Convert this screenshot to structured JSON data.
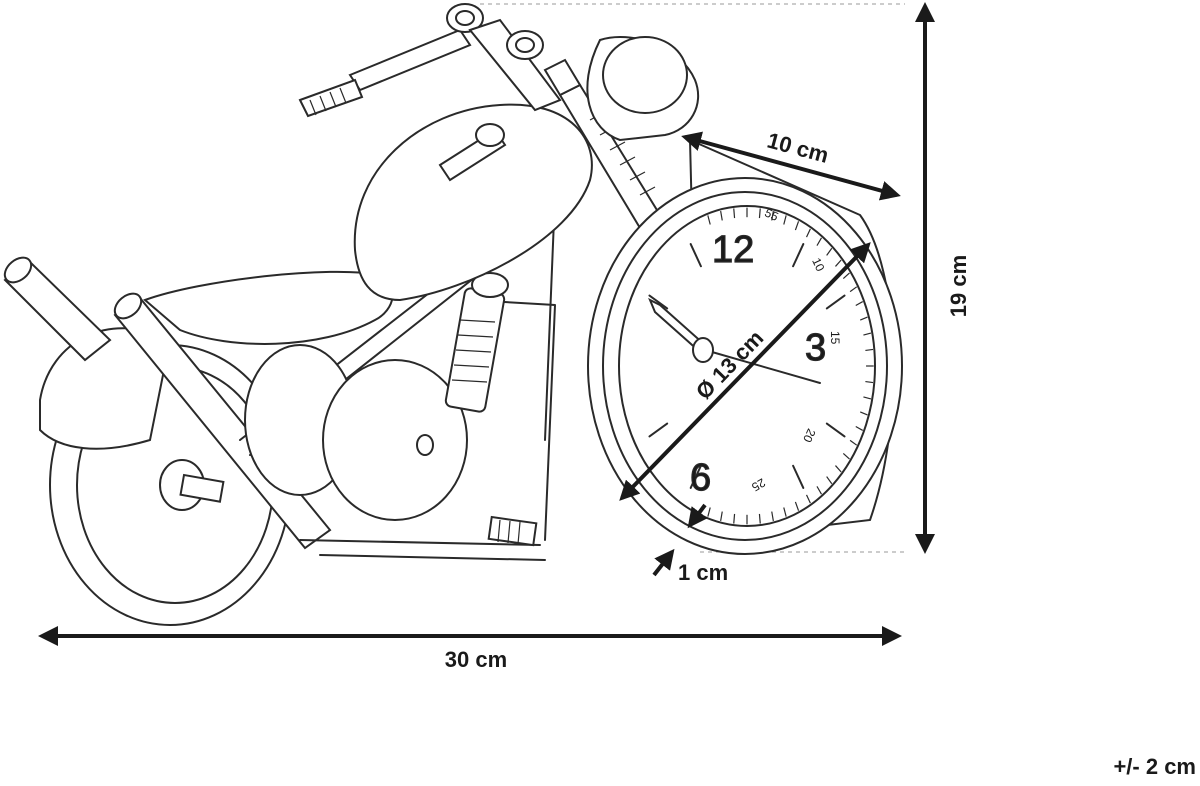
{
  "dimensions": {
    "length": "30 cm",
    "height": "19 cm",
    "clock_depth": "10 cm",
    "clock_diameter": "Ø 13 cm",
    "rim": "1 cm",
    "tolerance": "+/- 2 cm"
  },
  "clock_numerals": [
    "12",
    "3",
    "6"
  ],
  "clock_minute_marks": [
    "55",
    "10",
    "15",
    "20",
    "25"
  ]
}
